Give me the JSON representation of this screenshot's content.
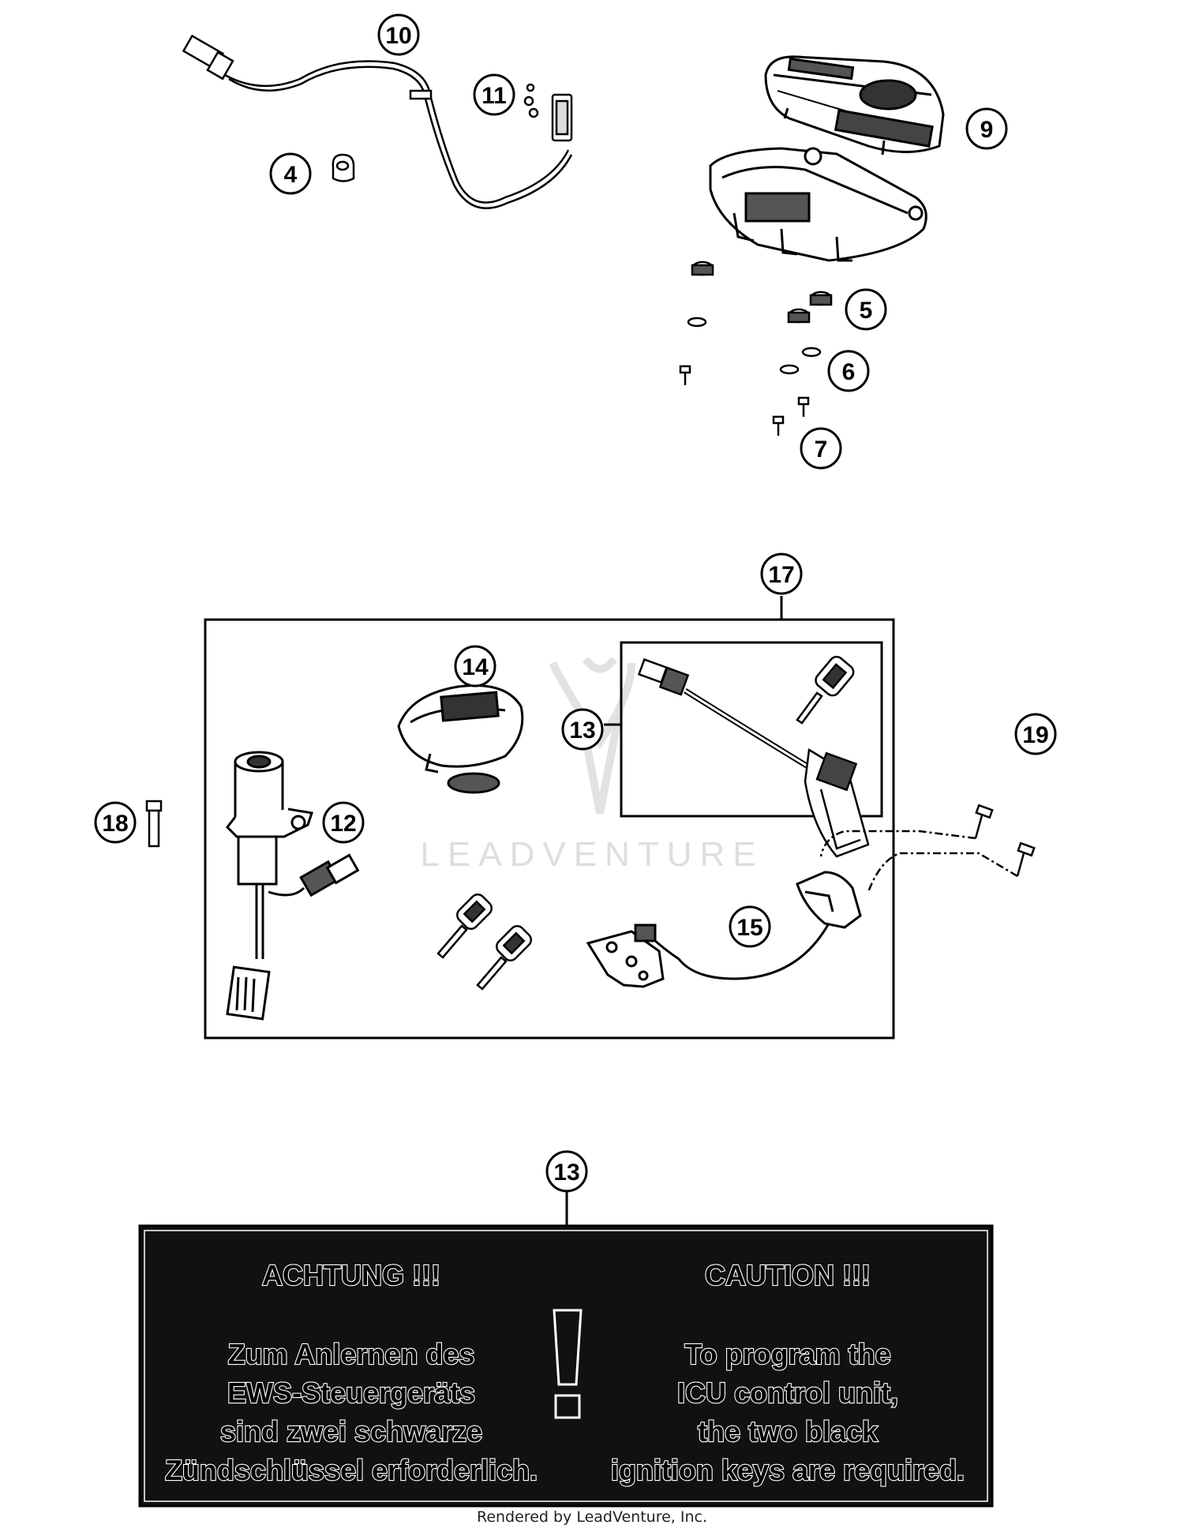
{
  "callouts": {
    "c4": "4",
    "c5": "5",
    "c6": "6",
    "c7": "7",
    "c9": "9",
    "c10": "10",
    "c11": "11",
    "c12": "12",
    "c13a": "13",
    "c13b": "13",
    "c14": "14",
    "c15": "15",
    "c17": "17",
    "c18": "18",
    "c19": "19"
  },
  "watermark": "LEADVENTURE",
  "warning": {
    "de_title": "ACHTUNG !!!",
    "de_lines": [
      "Zum Anlernen des",
      "EWS-Steuergeräts",
      "sind zwei schwarze",
      "Zündschlüssel erforderlich."
    ],
    "en_title": "CAUTION !!!",
    "en_lines": [
      "To program the",
      "ICU control unit,",
      "the two black",
      "ignition keys are required."
    ]
  },
  "footer": "Rendered by LeadVenture, Inc.",
  "colors": {
    "ink": "#000000",
    "paper": "#ffffff",
    "panel": "#111111",
    "watermark": "#d9d9d9"
  }
}
